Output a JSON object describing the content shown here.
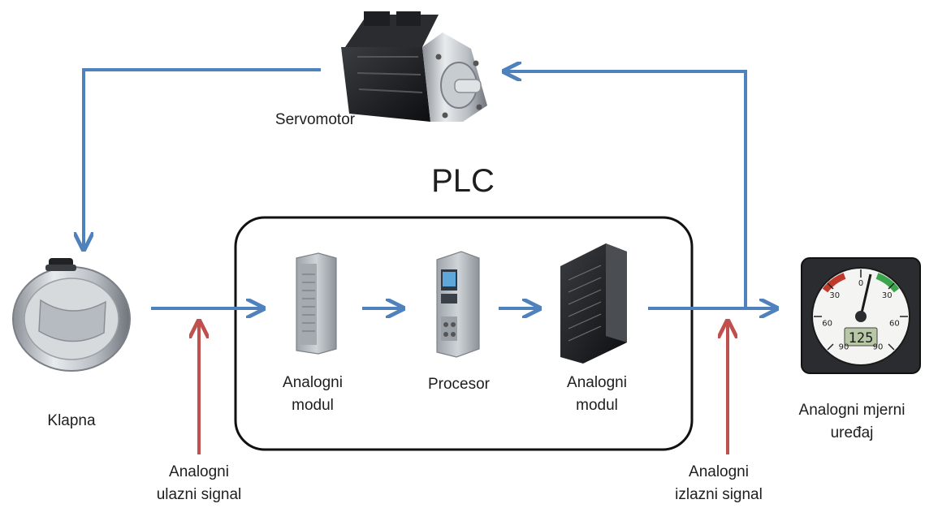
{
  "title": "PLC",
  "components": {
    "servomotor": "Servomotor",
    "klapna": "Klapna",
    "analog_input_module": [
      "Analogni",
      "modul"
    ],
    "processor": "Procesor",
    "analog_output_module": [
      "Analogni",
      "modul"
    ],
    "meter": [
      "Analogni mjerni",
      "uređaj"
    ]
  },
  "signals": {
    "input": [
      "Analogni",
      "ulazni signal"
    ],
    "output": [
      "Analogni",
      "izlazni signal"
    ]
  },
  "gauge": {
    "display_value": "125",
    "scale": [
      "90",
      "60",
      "30",
      "0",
      "30",
      "60",
      "90"
    ]
  },
  "colors": {
    "flow_arrow": "#4f81bd",
    "signal_arrow": "#c0504d",
    "plc_border": "#111111"
  }
}
